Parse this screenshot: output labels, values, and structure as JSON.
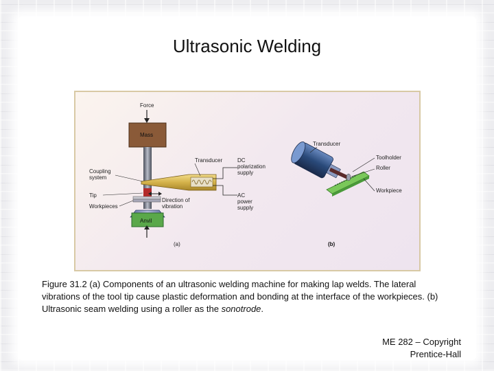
{
  "slide": {
    "title": "Ultrasonic Welding",
    "caption_parts": {
      "main": "Figure 31.2 (a) Components of an ultrasonic welding machine for making lap welds. The lateral vibrations of the tool tip cause plastic deformation and bonding at the interface of the workpieces. (b) Ultrasonic seam welding using a roller as the ",
      "italic": "sonotrode",
      "end": "."
    },
    "copyright_line1": "ME 282 – Copyright",
    "copyright_line2": "Prentice-Hall"
  },
  "figure": {
    "panel_a": {
      "force": "Force",
      "mass": "Mass",
      "coupling_1": "Coupling",
      "coupling_2": "system",
      "tip": "Tip",
      "workpieces": "Workpieces",
      "anvil": "Anvil",
      "transducer": "Transducer",
      "dc_1": "DC",
      "dc_2": "polarization",
      "dc_3": "supply",
      "ac_1": "AC",
      "ac_2": "power",
      "ac_3": "supply",
      "dir_1": "Direction of",
      "dir_2": "vibration",
      "label": "(a)"
    },
    "panel_b": {
      "transducer": "Transducer",
      "toolholder": "Toolholder",
      "roller": "Roller",
      "workpiece": "Workpiece",
      "label": "(b)"
    },
    "colors": {
      "mass": "#8a5a38",
      "anvil": "#5aa84a",
      "horn": "#d4b24a",
      "machine_blue": "#3a5a8a",
      "workpiece_green": "#7ac85a"
    }
  }
}
